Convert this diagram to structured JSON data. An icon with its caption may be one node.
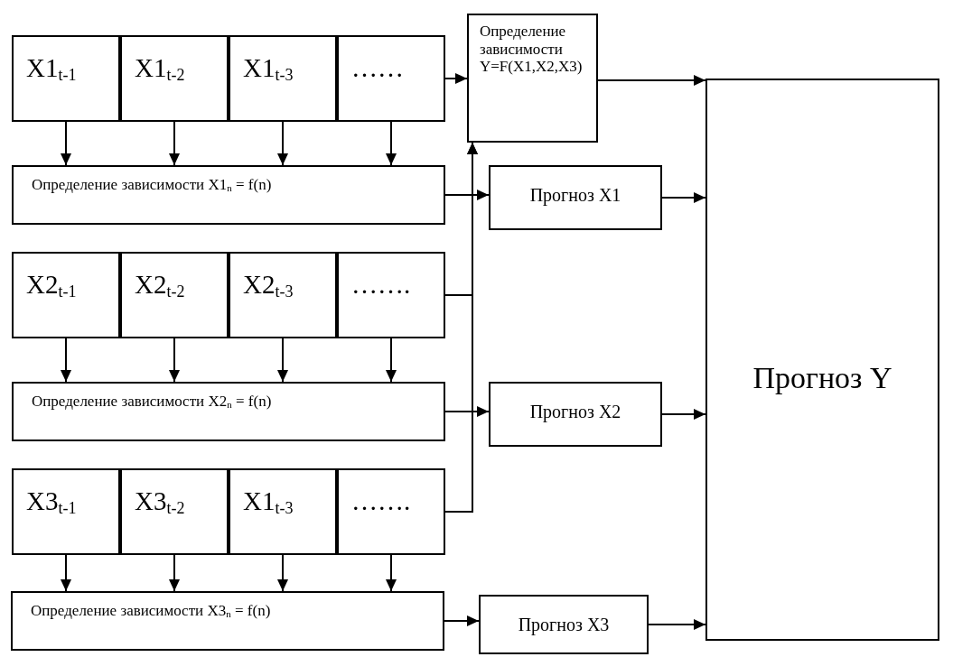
{
  "diagram": {
    "nodes": [
      {
        "text": [
          "X1$_{t-1}$"
        ]
      },
      {
        "text": [
          "X1$_{t-2}$"
        ]
      },
      {
        "text": [
          "X1$_{t-3}$"
        ]
      },
      {
        "text": [
          "……"
        ]
      },
      {
        "text": [
          "Определение зависимости Y=F(X1,X2,X3)"
        ]
      },
      {
        "text": [
          "Определение зависимости X1$_{n}$ = f(n)"
        ]
      },
      {
        "text": [
          "Прогноз X1"
        ]
      },
      {
        "text": [
          "Прогноз Y"
        ]
      },
      {
        "text": [
          "X2$_{t-1}$"
        ]
      },
      {
        "text": [
          "X2$_{t-2}$"
        ]
      },
      {
        "text": [
          "X2$_{t-3}$"
        ]
      },
      {
        "text": [
          "……."
        ]
      },
      {
        "text": [
          "Определение зависимости X2$_{n}$ = f(n)"
        ]
      },
      {
        "text": [
          "Прогноз X2"
        ]
      },
      {
        "text": [
          "X3$_{t-1}$"
        ]
      },
      {
        "text": [
          "X3$_{t-2}$"
        ]
      },
      {
        "text": [
          "X1$_{t-3}$"
        ]
      },
      {
        "text": [
          "……."
        ]
      },
      {
        "text": [
          "Определение зависимости X3$_{n}$ = f(n)"
        ]
      },
      {
        "text": [
          "Прогноз X3"
        ]
      }
    ],
    "edges": [
      {
        "from": 0,
        "to": 5,
        "arrow": "to"
      },
      {
        "from": 1,
        "to": 5,
        "arrow": "to"
      },
      {
        "from": 2,
        "to": 5,
        "arrow": "to"
      },
      {
        "from": 3,
        "to": 5,
        "arrow": "to"
      },
      {
        "from": 3,
        "to": 4,
        "arrow": "to"
      },
      {
        "from": 4,
        "to": 7,
        "arrow": "to"
      },
      {
        "from": 5,
        "to": 6,
        "arrow": "to"
      },
      {
        "from": 6,
        "to": 7,
        "arrow": "to"
      },
      {
        "from": 8,
        "to": 12,
        "arrow": "to"
      },
      {
        "from": 9,
        "to": 12,
        "arrow": "to"
      },
      {
        "from": 10,
        "to": 12,
        "arrow": "to"
      },
      {
        "from": 11,
        "to": 12,
        "arrow": "to"
      },
      {
        "from": 11,
        "to": 4,
        "arrow": "to"
      },
      {
        "from": 12,
        "to": 13,
        "arrow": "to"
      },
      {
        "from": 13,
        "to": 7,
        "arrow": "to"
      },
      {
        "from": 14,
        "to": 18,
        "arrow": "to"
      },
      {
        "from": 15,
        "to": 18,
        "arrow": "to"
      },
      {
        "from": 16,
        "to": 18,
        "arrow": "to"
      },
      {
        "from": 17,
        "to": 18,
        "arrow": "to"
      },
      {
        "from": 17,
        "to": 4,
        "arrow": "to"
      },
      {
        "from": 18,
        "to": 19,
        "arrow": "to"
      },
      {
        "from": 19,
        "to": 7,
        "arrow": "to"
      }
    ]
  }
}
